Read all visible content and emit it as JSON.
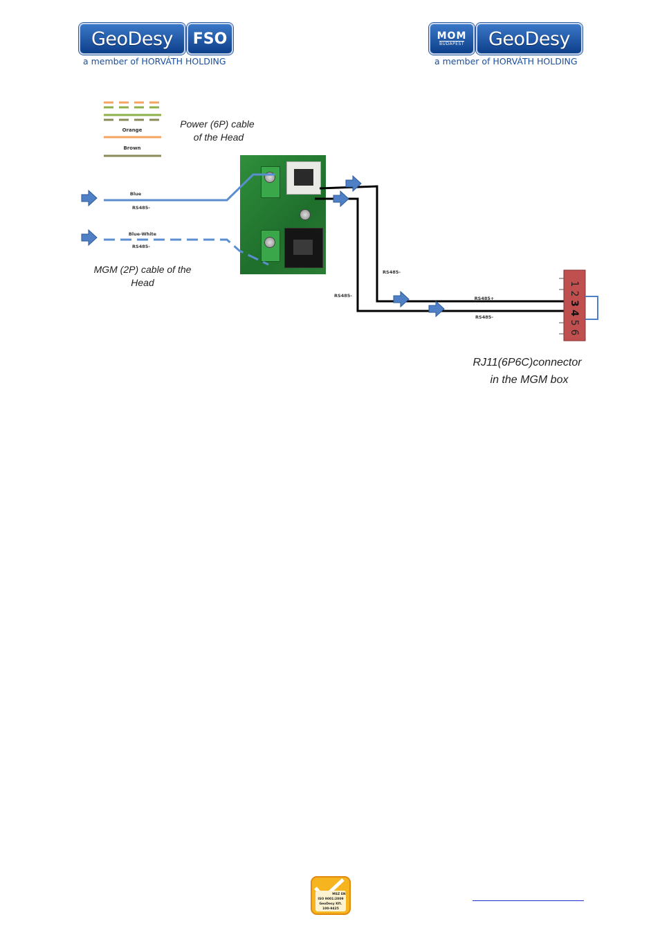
{
  "header": {
    "left_logo": {
      "brand": "GeoDesy",
      "tag": "FSO",
      "subtitle": "a member of HORVÁTH HOLDING"
    },
    "right_logo": {
      "mom_line1": "MOM",
      "mom_line2": "BUDAPEST",
      "brand": "GeoDesy",
      "subtitle": "a member of HORVÁTH HOLDING"
    }
  },
  "diagram": {
    "legend": {
      "orange": "Orange",
      "brown": "Brown"
    },
    "power_caption": {
      "line1": "Power (6P) cable",
      "line2": "of  the Head"
    },
    "mgm_caption": {
      "line1": "MGM (2P) cable of  the",
      "line2": "Head"
    },
    "blue_wire": {
      "color": "Blue",
      "signal": "RS485-"
    },
    "bluewhite_wire": {
      "color": "Blue-White",
      "signal": "RS485-"
    },
    "labels": {
      "left_vertical": "RS485-",
      "right_vertical": "RS485-",
      "bottom_upper": "RS485+",
      "bottom_lower": "RS485-"
    },
    "connector": {
      "pins": [
        "1",
        "2",
        "3",
        "4",
        "5",
        "6"
      ],
      "caption_line1": "RJ11(6P6C)connector",
      "caption_line2": "in the MGM box"
    },
    "colors": {
      "blue_wire": "#5b8ed0",
      "orange": "#f4a460",
      "green": "#8db04a",
      "brown": "#8a8a5a",
      "black": "#000000",
      "arrow": "#4f7fc4",
      "connector": "#c05050"
    }
  },
  "footer": {
    "badge": {
      "line1": "MSZ EN",
      "line2": "ISO 9001:2009",
      "line3": "GeoDesy Kft.",
      "line4": "100-9425"
    }
  }
}
